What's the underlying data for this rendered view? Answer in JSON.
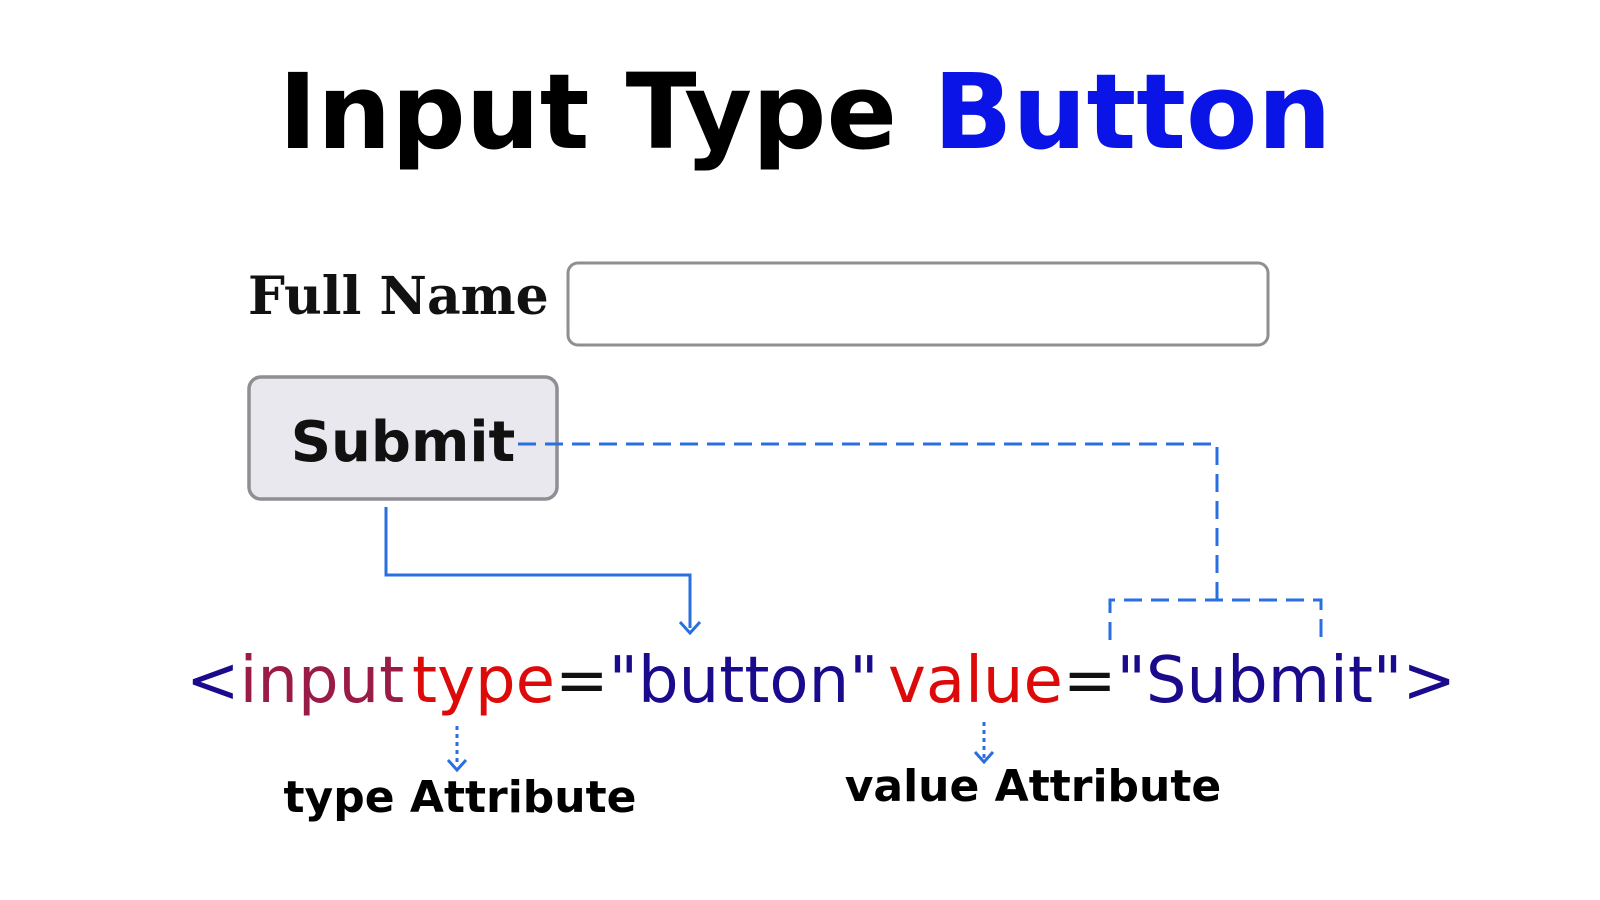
{
  "title": {
    "part1": "Input Type ",
    "part2": "Button"
  },
  "form": {
    "label": "Full Name",
    "input_value": "",
    "button_label": "Submit"
  },
  "code": {
    "open": "<",
    "tag": "input",
    "attr1_name": "type",
    "eq1": "=",
    "attr1_value": "\"button\"",
    "attr2_name": "value",
    "eq2": "=",
    "attr2_value": "\"Submit\"",
    "close": ">"
  },
  "notes": {
    "type_attr": "type Attribute",
    "value_attr": "value Attribute"
  },
  "colors": {
    "title_black": "#000000",
    "title_blue": "#0a14e6",
    "bracket": "#1a0a8c",
    "tag": "#9b1b48",
    "attr_name": "#dd0a0a",
    "equals": "#111111",
    "attr_value": "#1a0a8c",
    "connector": "#2a6fe0",
    "button_bg": "#e8e8ee",
    "border_gray": "#8e8e93"
  }
}
